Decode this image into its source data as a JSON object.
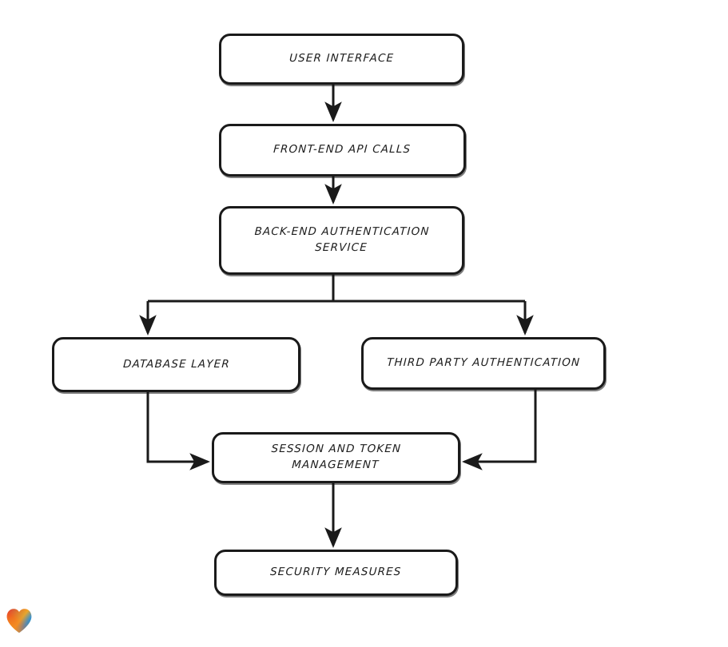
{
  "diagram": {
    "type": "flowchart",
    "orientation": "top-to-bottom",
    "style": "hand-drawn sketch",
    "background_color": "#ffffff",
    "stroke_color": "#1a1a1a",
    "text_color": "#1c1c1c",
    "nodes": [
      {
        "id": "user-interface",
        "label": "User Interface"
      },
      {
        "id": "frontend-api-calls",
        "label": "Front-End API Calls"
      },
      {
        "id": "backend-auth-service",
        "label": "Back-End Authentication\nService"
      },
      {
        "id": "database-layer",
        "label": "Database Layer"
      },
      {
        "id": "third-party-auth",
        "label": "Third Party Authentication"
      },
      {
        "id": "session-token-mgmt",
        "label": "Session and Token\nManagement"
      },
      {
        "id": "security-measures",
        "label": "Security Measures"
      }
    ],
    "edges": [
      {
        "from": "user-interface",
        "to": "frontend-api-calls",
        "direction": "down"
      },
      {
        "from": "frontend-api-calls",
        "to": "backend-auth-service",
        "direction": "down"
      },
      {
        "from": "backend-auth-service",
        "to": "database-layer",
        "direction": "down-left-branch"
      },
      {
        "from": "backend-auth-service",
        "to": "third-party-auth",
        "direction": "down-right-branch"
      },
      {
        "from": "database-layer",
        "to": "session-token-mgmt",
        "direction": "down-then-right"
      },
      {
        "from": "third-party-auth",
        "to": "session-token-mgmt",
        "direction": "down-then-left"
      },
      {
        "from": "session-token-mgmt",
        "to": "security-measures",
        "direction": "down"
      }
    ]
  },
  "branding": {
    "heart_logo": {
      "name": "heart-logo",
      "gradient_colors": [
        "#e8352b",
        "#f07b1e",
        "#f5a623",
        "#2f8fd8",
        "#1fa9a0"
      ]
    }
  }
}
